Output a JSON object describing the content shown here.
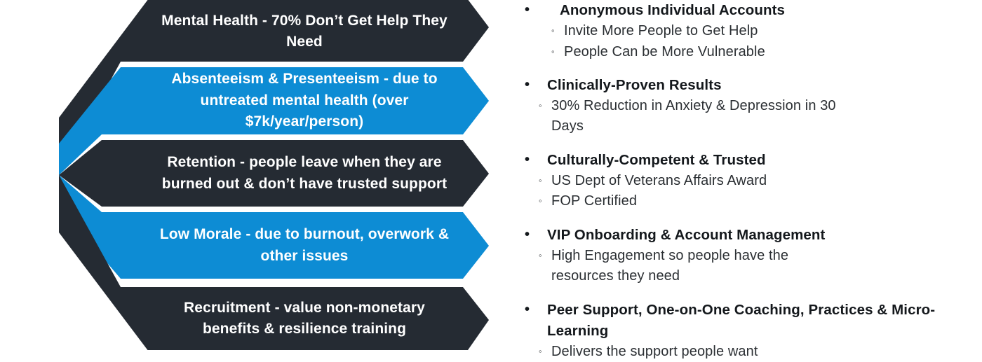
{
  "theme": {
    "dark": "#252b33",
    "blue": "#0d8cd4",
    "white": "#ffffff",
    "text_dark": "#14181c",
    "text_body": "#2b2f33"
  },
  "funnel": {
    "title": "workplace-mental-health-challenges",
    "bands": [
      {
        "id": "mental-health",
        "color": "dark",
        "text": "Mental Health - 70% Don’t Get Help They Need"
      },
      {
        "id": "absenteeism",
        "color": "blue",
        "text": "Absenteeism & Presenteeism - due to untreated mental health (over $7k/year/person)"
      },
      {
        "id": "retention",
        "color": "dark",
        "text": "Retention - people leave when they are burned out & don’t have trusted support"
      },
      {
        "id": "low-morale",
        "color": "blue",
        "text": "Low Morale - due to burnout, overwork & other issues"
      },
      {
        "id": "recruitment",
        "color": "dark",
        "text": "Recruitment - value non-monetary benefits & resilience training"
      }
    ]
  },
  "bullets": {
    "marker_level1": "•",
    "marker_level2": "◦",
    "groups": [
      {
        "id": "anonymous-individual-accounts",
        "heading": "Anonymous Individual Accounts",
        "items": [
          " Invite More People to Get Help",
          "People Can be More Vulnerable"
        ]
      },
      {
        "id": "clinically-proven-results",
        "heading": "Clinically-Proven Results",
        "items": [
          "30% Reduction in Anxiety & Depression in 30 Days"
        ]
      },
      {
        "id": "culturally-competent-trusted",
        "heading": "Culturally-Competent & Trusted",
        "items": [
          "US Dept of Veterans Affairs Award",
          "FOP Certified"
        ]
      },
      {
        "id": "vip-onboarding-account-management",
        "heading": "VIP Onboarding & Account Management",
        "items": [
          "High Engagement so people have the resources they need"
        ]
      },
      {
        "id": "peer-support-coaching",
        "heading": "Peer Support, One-on-One Coaching, Practices & Micro-Learning",
        "items": [
          "Delivers the support people want"
        ]
      }
    ]
  }
}
